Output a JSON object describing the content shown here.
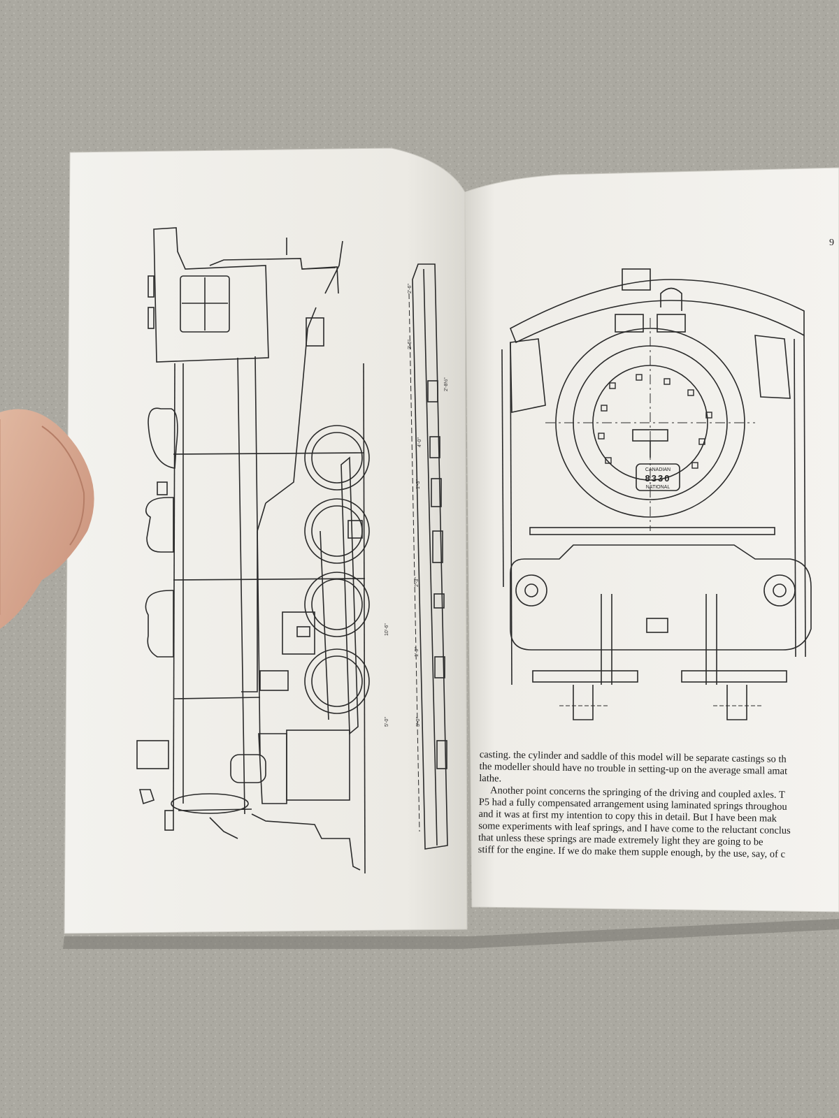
{
  "right_page": {
    "page_number": "9",
    "paragraph_lines": [
      "casting. the cylinder and saddle of this model will be separate castings so th",
      "the modeller should have no trouble in setting-up on the average small amat",
      "lathe."
    ],
    "paragraph2_lines": [
      "Another point concerns the springing of the driving and coupled axles. T",
      "P5 had a fully compensated arrangement using laminated springs throughou",
      "and it was at first my intention to copy this in detail. But I have been mak",
      "some experiments with leaf springs, and I have come to the reluctant conclus",
      "that unless these springs are made extremely light they are going to be",
      "stiff for the engine. If we do make them supple enough, by the use, say, of c"
    ]
  },
  "front_drawing": {
    "plate_top": "CANADIAN",
    "plate_number": "8330",
    "plate_bottom": "NATIONAL"
  },
  "side_drawing": {
    "dimension_labels": [
      "2'-6\"",
      "2'-6\"",
      "2'-8½\"",
      "4'-0\"",
      "1'-3\"",
      "2'-3\"",
      "1'-0\"",
      "3'-0\"",
      "10'-6\"",
      "5'-0\""
    ]
  }
}
